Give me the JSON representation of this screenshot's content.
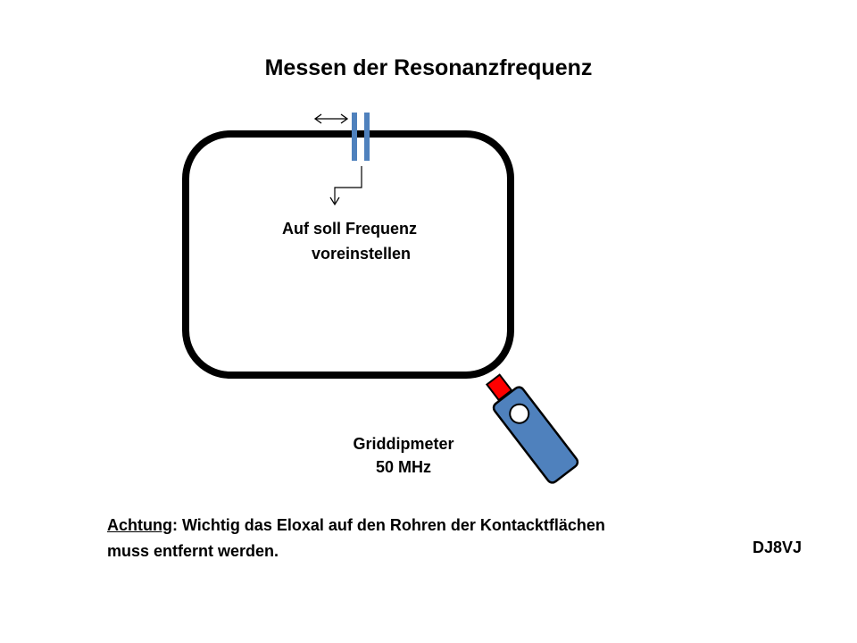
{
  "title": "Messen der Resonanzfrequenz",
  "hint": {
    "line1": "Auf soll Frequenz",
    "line2": "voreinstellen"
  },
  "meter": {
    "line1": "Griddipmeter",
    "line2": "50 MHz"
  },
  "note": {
    "label": "Achtung",
    "line1": ": Wichtig das Eloxal auf den Rohren der Kontacktflächen",
    "line2": "muss entfernt werden."
  },
  "author": "DJ8VJ",
  "colors": {
    "capacitor": "#4f81bd",
    "meter_body": "#4f81bd",
    "coupler": "#ff0000",
    "loop": "#000000"
  }
}
